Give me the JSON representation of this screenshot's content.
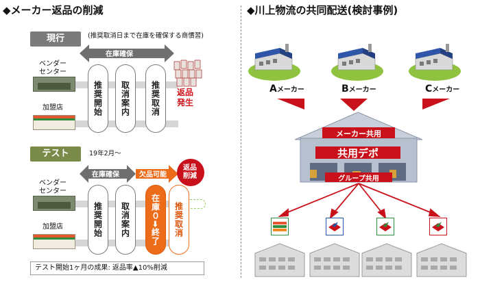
{
  "left": {
    "title": "◆メーカー返品の削減",
    "current": {
      "badge": "現行",
      "note": "(推奨取消日まで在庫を確保する商慣習)",
      "arrow_label": "在庫確保",
      "vendor_label": "ベンダー\nセンター",
      "store_label": "加盟店",
      "boxes": [
        "推奨開始",
        "取消案内",
        "推奨取消"
      ],
      "returns_label": "返品\n発生"
    },
    "test": {
      "badge": "テスト",
      "date": "19年2月～",
      "arrow_label": "在庫確保",
      "shortage_label": "欠品可能",
      "reduce_label": "返品\n削減",
      "vendor_label": "ベンダー\nセンター",
      "store_label": "加盟店",
      "boxes": [
        "推奨開始",
        "取消案内",
        "在庫０➡終了",
        "推奨取消"
      ],
      "result": "テスト開始1ヶ月の成果:  返品率▲10%削減"
    }
  },
  "right": {
    "title": "◆川上物流の共同配送(検討事例)",
    "makers": [
      {
        "letter": "A",
        "suffix": "メーカー"
      },
      {
        "letter": "B",
        "suffix": "メーカー"
      },
      {
        "letter": "C",
        "suffix": "メーカー"
      }
    ],
    "depot": {
      "top_label": "メーカー共用",
      "main_label": "共用デポ",
      "bottom_label": "グループ共用"
    }
  },
  "colors": {
    "badge_gray": "#7b7b7b",
    "badge_green": "#7a8a48",
    "arrow_gray": "#6f6f6f",
    "orange": "#ec6c1a",
    "red": "#c8111a",
    "depot_wall": "#b7c0ce",
    "building": "#dcdcdc"
  }
}
